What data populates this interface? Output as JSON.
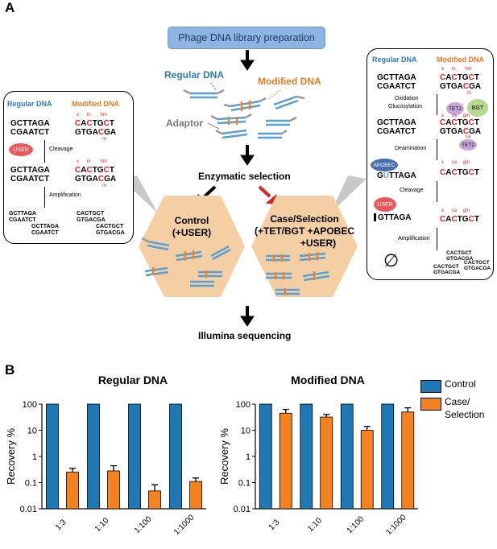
{
  "panel_a": {
    "label": "A",
    "top_box": "Phage DNA library preparation",
    "regular_dna": "Regular DNA",
    "modified_dna": "Modified DNA",
    "adaptor": "Adaptor",
    "enzymatic_selection": "Enzymatic selection",
    "control_title": "Control",
    "control_sub": "(+USER)",
    "case_title": "Case/Selection",
    "case_line2": "(+TET/BGT +APOBEC",
    "case_line3": "+USER)",
    "illumina": "Illumina sequencing"
  },
  "left_box": {
    "regular": "Regular DNA",
    "modified": "Modified DNA",
    "seq_top": "GCTTAGA",
    "seq_bot": "CGAATCT",
    "mod_top": [
      "C",
      "A",
      "C",
      "T",
      "G",
      "C",
      "T"
    ],
    "mod_bot": [
      "G",
      "T",
      "G",
      "A",
      "C",
      "G",
      "A"
    ],
    "mod_top_str": "CACTGCT",
    "mod_bot_str": "GTGACGA",
    "marks_top": [
      "x",
      "m",
      "hm"
    ],
    "marks_bot": "m",
    "user": "USER",
    "cleavage": "Cleavage",
    "amplification": "Amplification",
    "amp_reg1_top": "GCTTAGA",
    "amp_reg1_bot": "CGAATCT",
    "amp_reg2_top": "GCTTAGA",
    "amp_reg2_bot": "CGAATCT",
    "amp_mod1_top": "CACTGCT",
    "amp_mod1_bot": "GTGACGA",
    "amp_mod2_top": "CACTGCT",
    "amp_mod2_bot": "GTGACGA"
  },
  "right_box": {
    "regular": "Regular DNA",
    "modified": "Modified DNA",
    "seq_top": "GCTTAGA",
    "seq_bot": "CGAATCT",
    "mod_top_str": "CACTGCT",
    "mod_bot_str": "GTGACGA",
    "marks1_top": [
      "x",
      "m",
      "hm"
    ],
    "marks1_bot": "m",
    "oxidation": "Oxidation",
    "glucosylation": "Glucosylation",
    "tet2": "TET2",
    "bgt": "BGT",
    "marks2_top": [
      "x",
      "ca",
      "gm"
    ],
    "marks2_bot": "ca",
    "deamination": "Deamination",
    "apobec": "APOBEC",
    "deam_reg": "GUTTAGA",
    "deam_mod": "CACTGCT",
    "marks3_top": [
      "x",
      "ca",
      "gm"
    ],
    "cleavage": "Cleavage",
    "user": "USER",
    "cleaved_reg": "GTTAGA",
    "cleaved_mod": "CACTGCT",
    "marks4_top": [
      "x",
      "ca",
      "gm"
    ],
    "amplification": "Amplification",
    "empty_symbol": "∅",
    "amp1_top": "CACTGCT",
    "amp1_bot": "GTGACGA",
    "amp2_top": "CACTGCT",
    "amp2_bot": "GTGACGA",
    "amp3_top": "CACTGCT",
    "amp3_bot": "GTGACGA"
  },
  "panel_b": {
    "label": "B",
    "legend": [
      "Control",
      "Case/",
      "Selection"
    ]
  },
  "colors": {
    "control": "#1f77b4",
    "case": "#f58220",
    "blue_text": "#2a7ab8",
    "orange_text": "#e87722",
    "red": "#e02020",
    "hex_fill": "#f4cfa4",
    "top_box": "#8db4e2"
  },
  "chart_data": [
    {
      "type": "bar",
      "title": "Regular DNA",
      "ylabel": "Recovery %",
      "yscale": "log",
      "ylim": [
        0.01,
        100
      ],
      "yticks": [
        "100",
        "10",
        "1",
        "0.1",
        "0.01"
      ],
      "categories": [
        "1:3",
        "1:10",
        "1:100",
        "1:1000"
      ],
      "series": [
        {
          "name": "Control",
          "values": [
            100,
            100,
            100,
            100
          ],
          "errors": [
            0,
            0,
            0,
            0
          ]
        },
        {
          "name": "Case/Selection",
          "values": [
            0.25,
            0.28,
            0.048,
            0.11
          ],
          "errors": [
            0.1,
            0.16,
            0.035,
            0.04
          ]
        }
      ]
    },
    {
      "type": "bar",
      "title": "Modified DNA",
      "ylabel": "Recovery %",
      "yscale": "log",
      "ylim": [
        0.01,
        100
      ],
      "yticks": [
        "100",
        "10",
        "1",
        "0.1",
        "0.01"
      ],
      "categories": [
        "1:3",
        "1:10",
        "1:100",
        "1:1000"
      ],
      "series": [
        {
          "name": "Control",
          "values": [
            100,
            100,
            100,
            100
          ],
          "errors": [
            0,
            0,
            0,
            0
          ]
        },
        {
          "name": "Case/Selection",
          "values": [
            45,
            32,
            10,
            50
          ],
          "errors": [
            18,
            8,
            4,
            22
          ]
        }
      ]
    }
  ]
}
